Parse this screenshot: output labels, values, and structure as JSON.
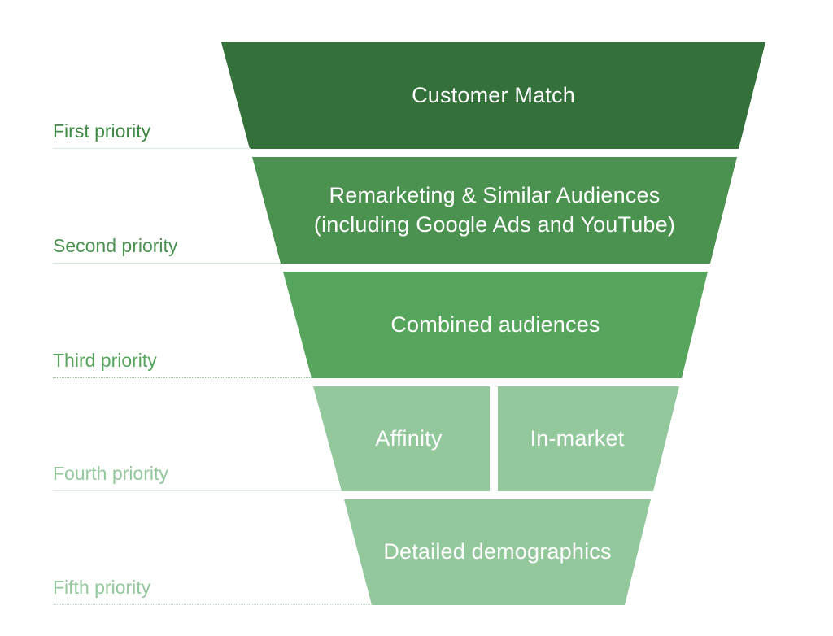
{
  "diagram": {
    "kind": "audience-priority-funnel",
    "text_color": "#ffffff",
    "background": "#ffffff"
  },
  "funnel": {
    "tiers": [
      {
        "priority_label": "First priority",
        "color": "#347039",
        "label_color": "#3e8943",
        "underline_color": "#dcebdc",
        "segments": [
          {
            "label": "Customer Match"
          }
        ]
      },
      {
        "priority_label": "Second priority",
        "color": "#4b9150",
        "label_color": "#4b9150",
        "underline_color": "#d4e7d4",
        "segments": [
          {
            "label": "Remarketing & Similar Audiences",
            "label_line2": "(including Google Ads and YouTube)"
          }
        ]
      },
      {
        "priority_label": "Third priority",
        "color": "#57a55d",
        "label_color": "#57a55d",
        "underline_color": "#8fc192",
        "segments": [
          {
            "label": "Combined audiences"
          }
        ]
      },
      {
        "priority_label": "Fourth priority",
        "color": "#93c79c",
        "label_color": "#93c79c",
        "underline_color": "#e0eee0",
        "segments": [
          {
            "label": "Affinity"
          },
          {
            "label": "In-market"
          }
        ]
      },
      {
        "priority_label": "Fifth priority",
        "color": "#93c79c",
        "label_color": "#93c79c",
        "underline_color": "#c2ddc3",
        "segments": [
          {
            "label": "Detailed demographics"
          }
        ]
      }
    ]
  }
}
